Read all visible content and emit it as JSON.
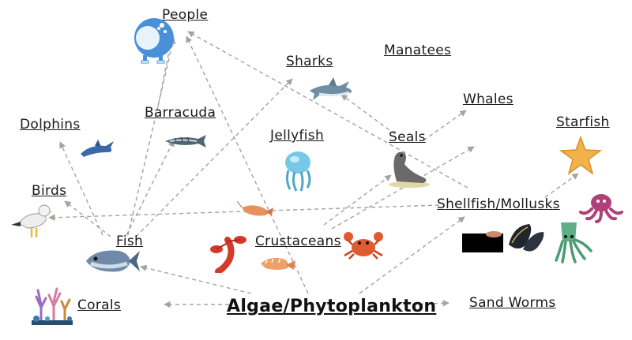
{
  "labels": {
    "people": "People",
    "sharks": "Sharks",
    "manatees": "Manatees",
    "barracuda": "Barracuda",
    "whales": "Whales",
    "dolphins": "Dolphins",
    "jellyfish": "Jellyfish",
    "seals": "Seals",
    "starfish": "Starfish",
    "birds": "Birds",
    "shellfish": "Shellfish/Mollusks",
    "fish": "Fish",
    "crustaceans": "Crustaceans",
    "corals": "Corals",
    "algae": "Algae/Phytoplankton",
    "sandworms": "Sand Worms"
  },
  "icons": [
    "people-icon",
    "shark-icon",
    "barracuda-icon",
    "dolphin-icon",
    "jellyfish-icon",
    "seal-icon",
    "starfish-icon",
    "bird-icon",
    "shrimp-icon",
    "fish-icon",
    "lobster-icon",
    "crab-icon",
    "octopus-icon",
    "mussel-icon",
    "squid-icon",
    "coral-icon"
  ],
  "colors": {
    "arrow": "#a3a3a3",
    "text": "#1a1a1a"
  }
}
